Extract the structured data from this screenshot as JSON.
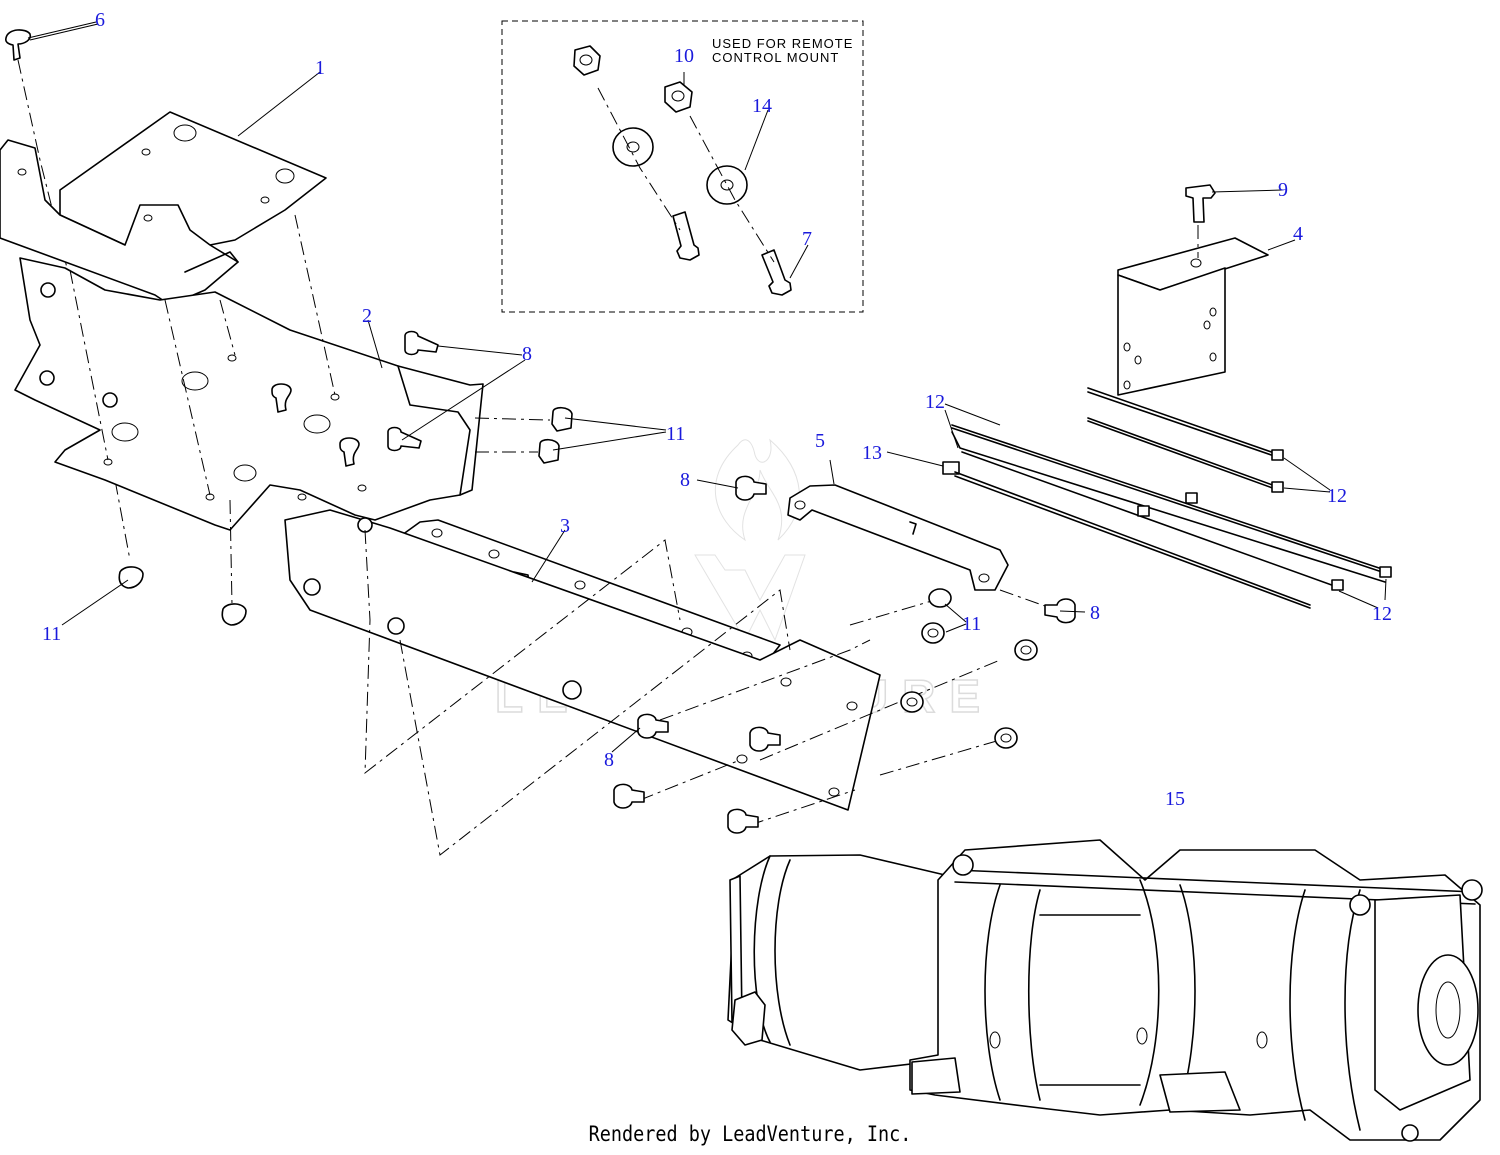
{
  "diagram": {
    "callouts": {
      "c1": "1",
      "c2": "2",
      "c3": "3",
      "c4": "4",
      "c5": "5",
      "c6": "6",
      "c7": "7",
      "c8a": "8",
      "c8b": "8",
      "c8c": "8",
      "c8d": "8",
      "c9": "9",
      "c10": "10",
      "c11a": "11",
      "c11b": "11",
      "c11c": "11",
      "c12a": "12",
      "c12b": "12",
      "c12c": "12",
      "c13": "13",
      "c14": "14",
      "c15": "15"
    },
    "inset_note": [
      "USED FOR REMOTE",
      "CONTROL MOUNT"
    ],
    "watermark": "LEADVENTURE",
    "footer": "Rendered by LeadVenture, Inc."
  },
  "colors": {
    "callout": "#1a1adc",
    "line": "#000000",
    "watermark": "#dcdcdc"
  }
}
